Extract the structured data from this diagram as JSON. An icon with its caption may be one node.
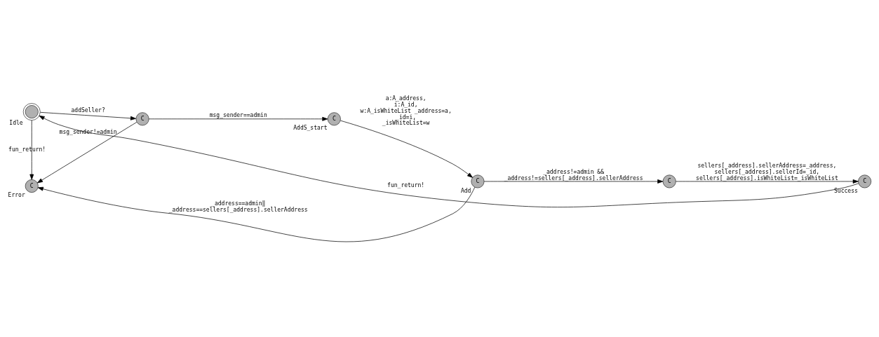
{
  "diagram": {
    "nodes": [
      {
        "text": [
          "Idle"
        ]
      },
      {
        "text": [
          "C"
        ]
      },
      {
        "text": [
          "AddS_start",
          "C"
        ]
      },
      {
        "text": [
          "Add",
          "C"
        ]
      },
      {
        "text": [
          "C"
        ]
      },
      {
        "text": [
          "Success",
          "C"
        ]
      },
      {
        "text": [
          "Error",
          "C"
        ]
      }
    ],
    "edges": [
      {
        "from": 0,
        "to": 1,
        "arrow": "to",
        "label": "addSeller?"
      },
      {
        "from": 1,
        "to": 2,
        "arrow": "to",
        "label": "msg_sender==admin"
      },
      {
        "from": 1,
        "to": 6,
        "arrow": "to",
        "label": "msg_sender!=admin"
      },
      {
        "from": 0,
        "to": 6,
        "arrow": "to",
        "label": "fun_return!"
      },
      {
        "from": 2,
        "to": 3,
        "arrow": "to",
        "label": "a:A_address, i:A_id, w:A_isWhiteList _address=a, _id=i, _isWhiteList=w"
      },
      {
        "from": 3,
        "to": 4,
        "arrow": "to",
        "label": "_address!=admin && _address!=sellers[_address].sellerAddress"
      },
      {
        "from": 4,
        "to": 5,
        "arrow": "to",
        "label": "sellers[_address].sellerAddress=_address, sellers[_address].sellerId=_id, sellers[_address].isWhiteList=_isWhiteList"
      },
      {
        "from": 5,
        "to": 0,
        "arrow": "to",
        "label": "fun_return!"
      },
      {
        "from": 3,
        "to": 6,
        "arrow": "to",
        "label": "_address==admin‖ _address==sellers[_address].sellerAddress"
      }
    ]
  }
}
